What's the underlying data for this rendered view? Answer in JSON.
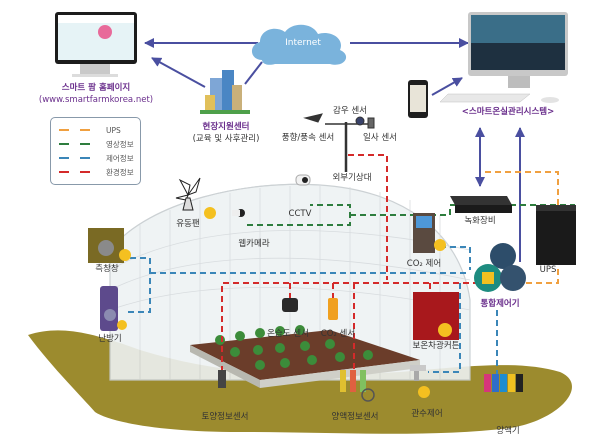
{
  "title": "스마트 온실 시스템 구성도",
  "colors": {
    "ups": "#f0a040",
    "video": "#2e7d3e",
    "control": "#3b86b8",
    "environment": "#d42a2a",
    "network": "#4a4fa0",
    "ground": "#9c8b2e",
    "cloud": "#7ab3dc"
  },
  "legend": {
    "items": [
      {
        "key": "ups",
        "label": "UPS"
      },
      {
        "key": "video",
        "label": "영상정보"
      },
      {
        "key": "control",
        "label": "제어정보"
      },
      {
        "key": "environment",
        "label": "환경정보"
      }
    ]
  },
  "network": {
    "internet_label": "Internet",
    "homepage": {
      "title": "스마트 팜 홈페이지",
      "url": "(www.smartfarmkorea.net)"
    },
    "support_center": {
      "title": "현장지원센터",
      "subtitle": "(교육 및 사후관리)"
    },
    "management_system": {
      "title": "<스마트온실관리시스템>"
    }
  },
  "weather_station": {
    "rain_sensor": "감우 센서",
    "wind_sensor": "풍향/풍속 센서",
    "solar_sensor": "일사 센서",
    "station": "외부기상대"
  },
  "devices": {
    "cctv": "CCTV",
    "webcam": "웹카메라",
    "fan": "유동팬",
    "side_window": "측창창",
    "heater": "난방기",
    "temp_humidity": "온습도 센서",
    "co2_sensor": "CO₂ 센서",
    "soil_sensor": "토양정보센서",
    "nutrient_sensor": "양액정보센서",
    "irrigation": "관수제어",
    "curtain": "보온차광커튼",
    "co2_control": "CO₂ 제어",
    "recorder": "녹화장비",
    "integrated_controller": "통합제어기",
    "ups": "UPS",
    "nutrient_supplier": "양액기"
  }
}
